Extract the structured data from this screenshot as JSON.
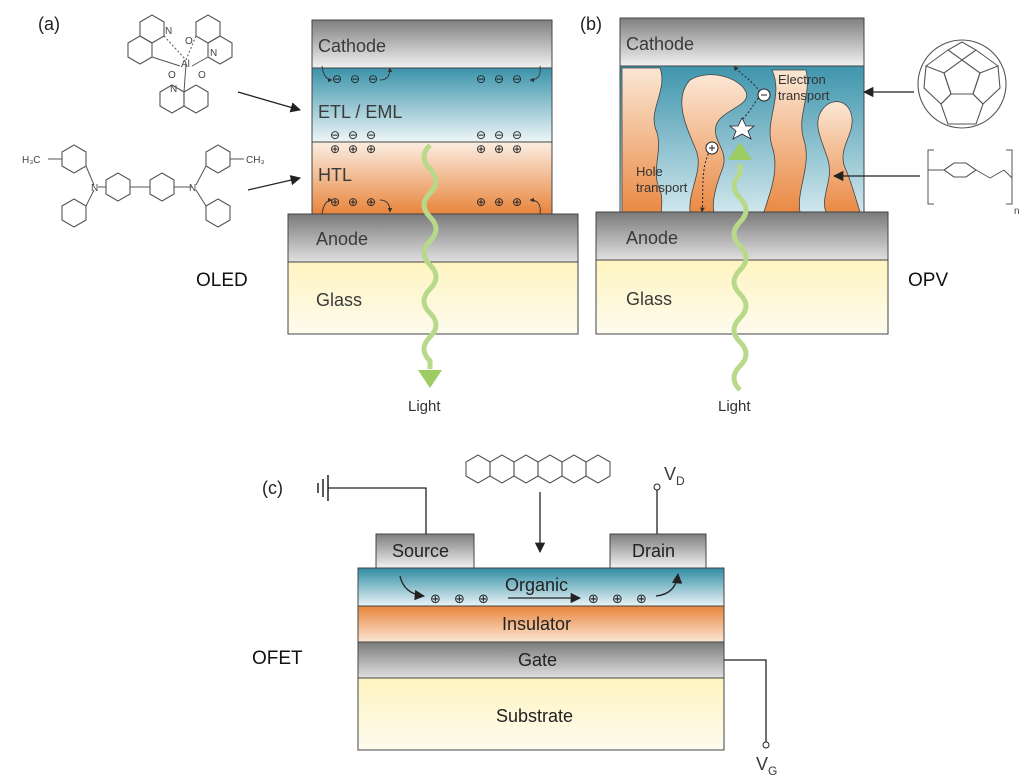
{
  "panels": {
    "a": "(a)",
    "b": "(b)",
    "c": "(c)"
  },
  "oled": {
    "device_label": "OLED",
    "layers": {
      "cathode": "Cathode",
      "etl_eml": "ETL / EML",
      "htl": "HTL",
      "anode": "Anode",
      "glass": "Glass"
    },
    "light": "Light",
    "molecule_labels": {
      "al": "Al",
      "n": "N",
      "o": "O",
      "h3c": "H₃C",
      "ch3": "CH₃"
    },
    "carriers": {
      "electron": "⊖",
      "hole": "⊕"
    }
  },
  "opv": {
    "device_label": "OPV",
    "layers": {
      "cathode": "Cathode",
      "anode": "Anode",
      "glass": "Glass"
    },
    "light": "Light",
    "electron_transport": [
      "Electron",
      "transport"
    ],
    "hole_transport": [
      "Hole",
      "transport"
    ],
    "polymer_subscript": "n"
  },
  "ofet": {
    "device_label": "OFET",
    "source": "Source",
    "drain": "Drain",
    "organic": "Organic",
    "insulator": "Insulator",
    "gate": "Gate",
    "substrate": "Substrate",
    "vd": {
      "main": "V",
      "sub": "D"
    },
    "vg": {
      "main": "V",
      "sub": "G"
    }
  },
  "colors": {
    "cathode_top": "#9a9a9a",
    "cathode_bottom": "#efefef",
    "etl_top": "#3c9ab0",
    "etl_bottom": "#e9f3f5",
    "htl_top": "#f7e3d2",
    "htl_bottom": "#e98a45",
    "anode_top": "#8a8a8a",
    "anode_bottom": "#d9d9d9",
    "glass_top": "#fff7cc",
    "glass_bottom": "#fdf9e4",
    "light_green": "#b8d98a",
    "orange_blob": "#f0a468",
    "blue_matrix": "#5aa8bc"
  }
}
